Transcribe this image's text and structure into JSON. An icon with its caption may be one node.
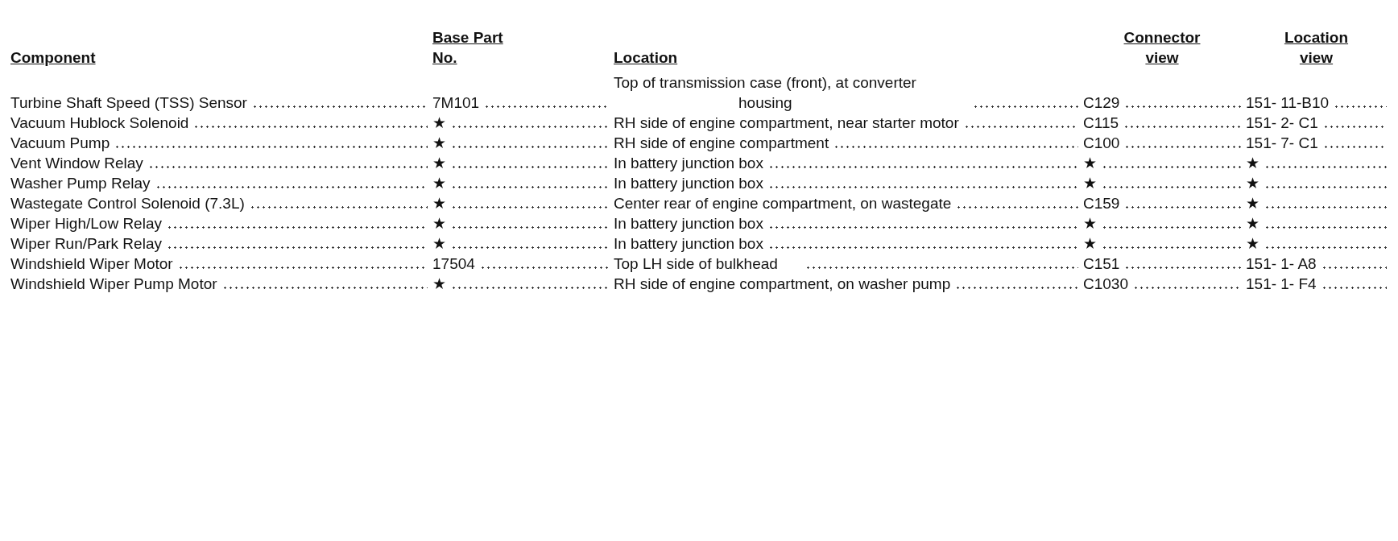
{
  "diagram": {
    "labels": [
      "Component",
      "Base Part No.",
      "Location",
      "Connector view",
      "Location view",
      "Turbine Shaft Speed (TSS) Sensor",
      "7M101",
      "Top of transmission case (front), at converter housing",
      "C129",
      "151- 11-B10",
      "Vacuum Hublock Solenoid",
      "★",
      "RH side of engine compartment, near starter motor",
      "C115",
      "151- 2- C1",
      "Vacuum Pump",
      "★",
      "RH side of engine compartment",
      "C100",
      "151- 7- C1",
      "Vent Window Relay",
      "★",
      "In battery junction box",
      "★",
      "★",
      "Washer Pump Relay",
      "★",
      "In battery junction box",
      "★",
      "★",
      "Wastegate Control Solenoid (7.3L)",
      "★",
      "Center rear of engine compartment, on wastegate",
      "C159",
      "★",
      "Wiper High/Low Relay",
      "★",
      "In battery junction box",
      "★",
      "★",
      "Wiper Run/Park Relay",
      "★",
      "In battery junction box",
      "★",
      "★",
      "Windshield Wiper Motor",
      "17504",
      "Top LH side of bulkhead",
      "C151",
      "151- 1- A8",
      "Windshield Wiper Pump Motor",
      "★",
      "RH side of engine compartment, on washer pump",
      "C1030",
      "151- 1- F4"
    ]
  }
}
